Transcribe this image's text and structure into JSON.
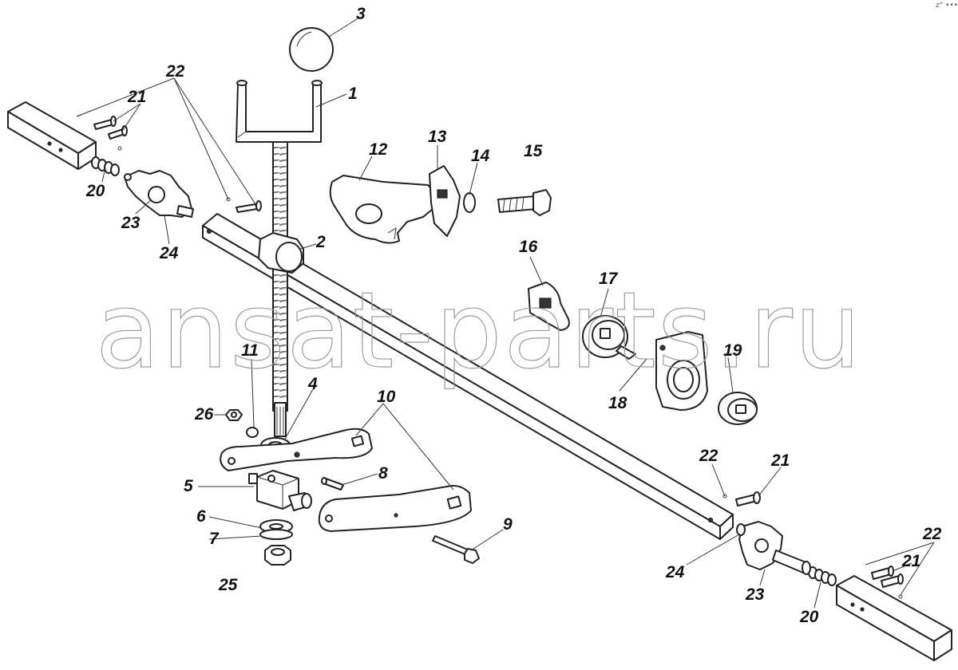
{
  "watermark": "ansat-parts.ru",
  "corner_mark": "z° •••",
  "callouts": [
    "1",
    "2",
    "3",
    "4",
    "5",
    "6",
    "7",
    "8",
    "9",
    "10",
    "11",
    "12",
    "13",
    "14",
    "15",
    "16",
    "17",
    "18",
    "19",
    "20",
    "21",
    "22",
    "23",
    "24",
    "25",
    "26"
  ]
}
